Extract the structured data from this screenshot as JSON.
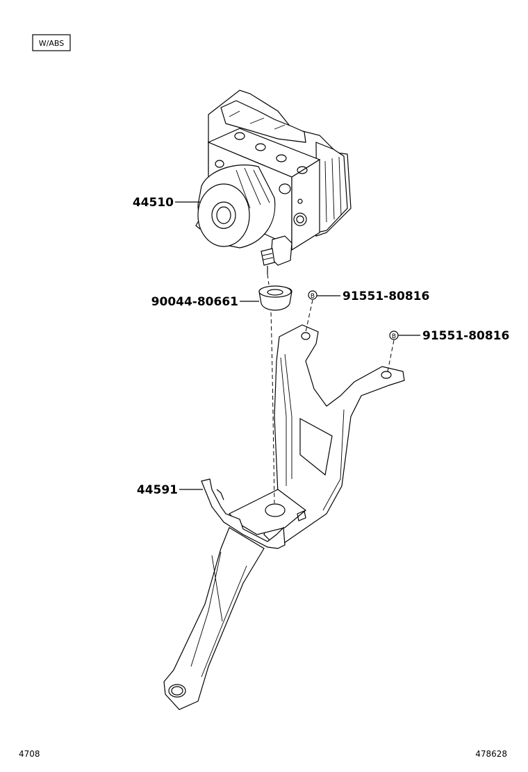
{
  "variant_tag": "W/ABS",
  "parts": [
    {
      "part_number": "44510"
    },
    {
      "part_number": "90044-80661"
    },
    {
      "part_number": "91551-80816"
    },
    {
      "part_number": "91551-80816"
    },
    {
      "part_number": "44591"
    }
  ],
  "bolt_marker": "B",
  "footer": {
    "left": "4708",
    "right": "478628"
  }
}
